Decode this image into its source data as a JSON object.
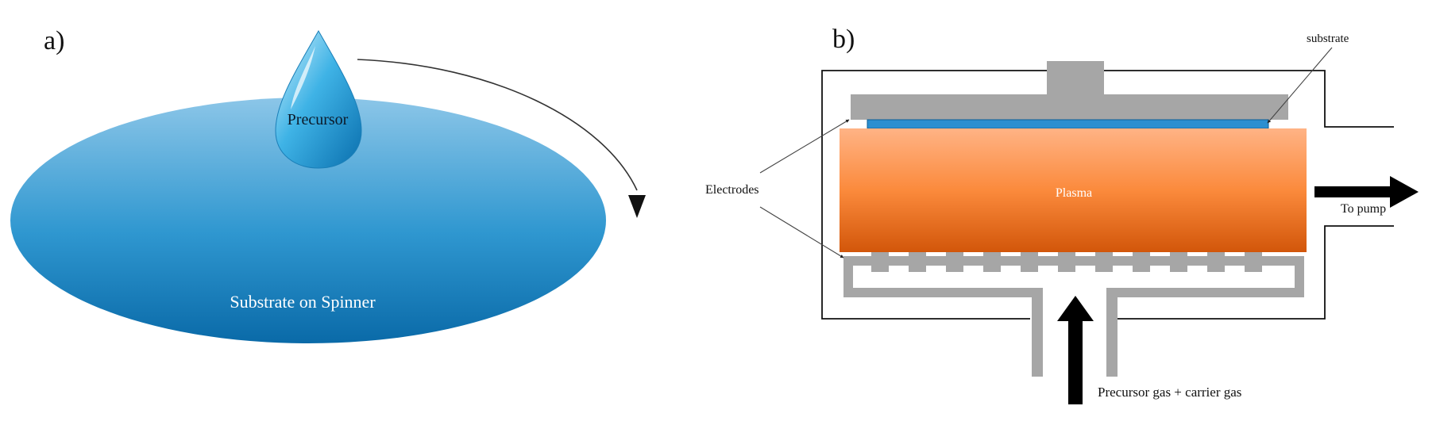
{
  "panel_a": {
    "label": "a)",
    "precursor_label": "Precursor",
    "substrate_label": "Substrate on Spinner"
  },
  "panel_b": {
    "label": "b)",
    "substrate_label": "substrate",
    "electrodes_label": "Electrodes",
    "plasma_label": "Plasma",
    "pump_label": "To pump",
    "gas_label": "Precursor gas + carrier gas"
  },
  "colors": {
    "substrate_light": "#85c1e6",
    "substrate_dark": "#0a6fb0",
    "drop_light": "#c8ecfb",
    "drop_dark": "#0b79b8",
    "electrode": "#a6a6a6",
    "plasma_light": "#ffb07a",
    "plasma_dark": "#d65a0c",
    "substrate_film": "#2b8fd0"
  }
}
